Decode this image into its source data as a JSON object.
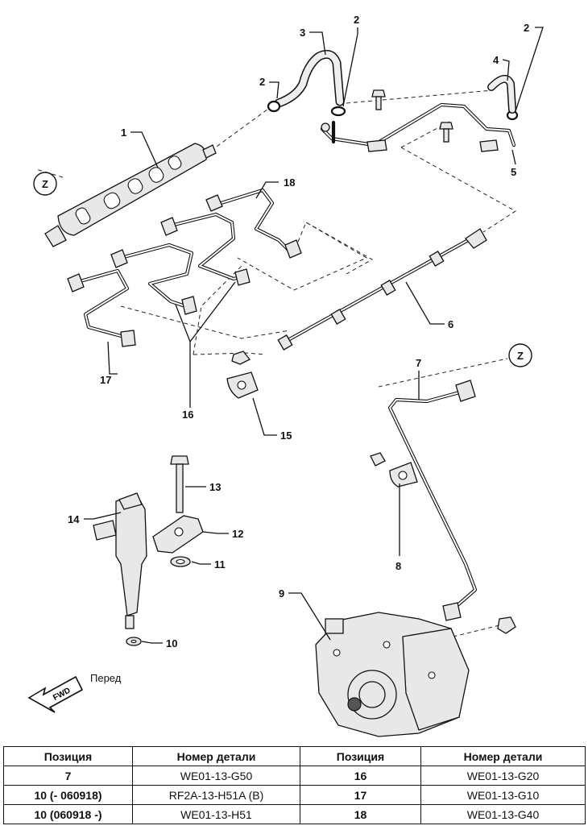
{
  "callouts": {
    "c1": "1",
    "c2a": "2",
    "c2b": "2",
    "c2c": "2",
    "c3": "3",
    "c4": "4",
    "c5": "5",
    "c6": "6",
    "c7": "7",
    "c8": "8",
    "c9": "9",
    "c10": "10",
    "c11": "11",
    "c12": "12",
    "c13": "13",
    "c14": "14",
    "c15": "15",
    "c16": "16",
    "c17": "17",
    "c18": "18",
    "zA": "Z",
    "zB": "Z"
  },
  "front": {
    "badge": "FWD",
    "label": "Перед"
  },
  "table": {
    "headers": [
      "Позиция",
      "Номер детали",
      "Позиция",
      "Номер детали"
    ],
    "rows": [
      [
        "7",
        "WE01-13-G50",
        "16",
        "WE01-13-G20"
      ],
      [
        "10 (- 060918)",
        "RF2A-13-H51A (B)",
        "17",
        "WE01-13-G10"
      ],
      [
        "10 (060918 -)",
        "WE01-13-H51",
        "18",
        "WE01-13-G40"
      ]
    ]
  }
}
